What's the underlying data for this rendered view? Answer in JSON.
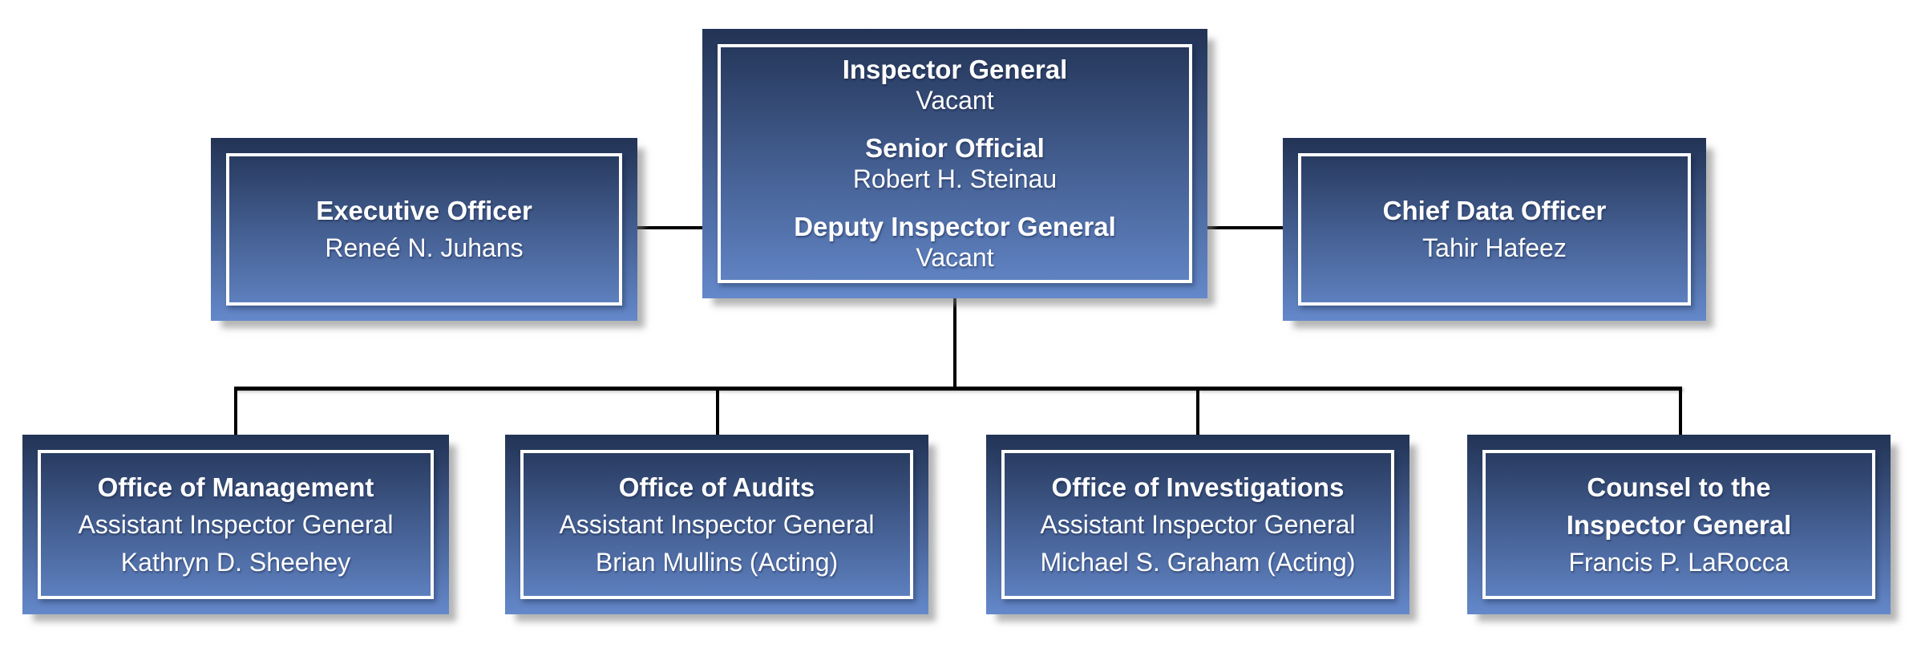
{
  "style": {
    "page_background": "#ffffff",
    "box_gradient_top": "#223355",
    "box_gradient_bottom": "#6488ca",
    "box_border_color": "#ffffff",
    "box_text_color": "#ffffff",
    "connector_color": "#000000"
  },
  "org_chart": {
    "type": "organization-chart",
    "leadership": {
      "roles": [
        {
          "title": "Inspector General",
          "name": "Vacant"
        },
        {
          "title": "Senior Official",
          "name": "Robert H. Steinau"
        },
        {
          "title": "Deputy Inspector General",
          "name": "Vacant"
        }
      ]
    },
    "executive_officer": {
      "title": "Executive Officer",
      "name": "Reneé N. Juhans"
    },
    "chief_data_officer": {
      "title": "Chief Data Officer",
      "name": "Tahir Hafeez"
    },
    "offices": [
      {
        "title_lines": [
          "Office of Management"
        ],
        "subtitle": "Assistant Inspector General",
        "name": "Kathryn D. Sheehey"
      },
      {
        "title_lines": [
          "Office of Audits"
        ],
        "subtitle": "Assistant Inspector General",
        "name": "Brian Mullins (Acting)"
      },
      {
        "title_lines": [
          "Office of Investigations"
        ],
        "subtitle": "Assistant Inspector General",
        "name": "Michael S. Graham (Acting)"
      },
      {
        "title_lines": [
          "Counsel to the",
          "Inspector General"
        ],
        "name": "Francis P. LaRocca"
      }
    ]
  }
}
